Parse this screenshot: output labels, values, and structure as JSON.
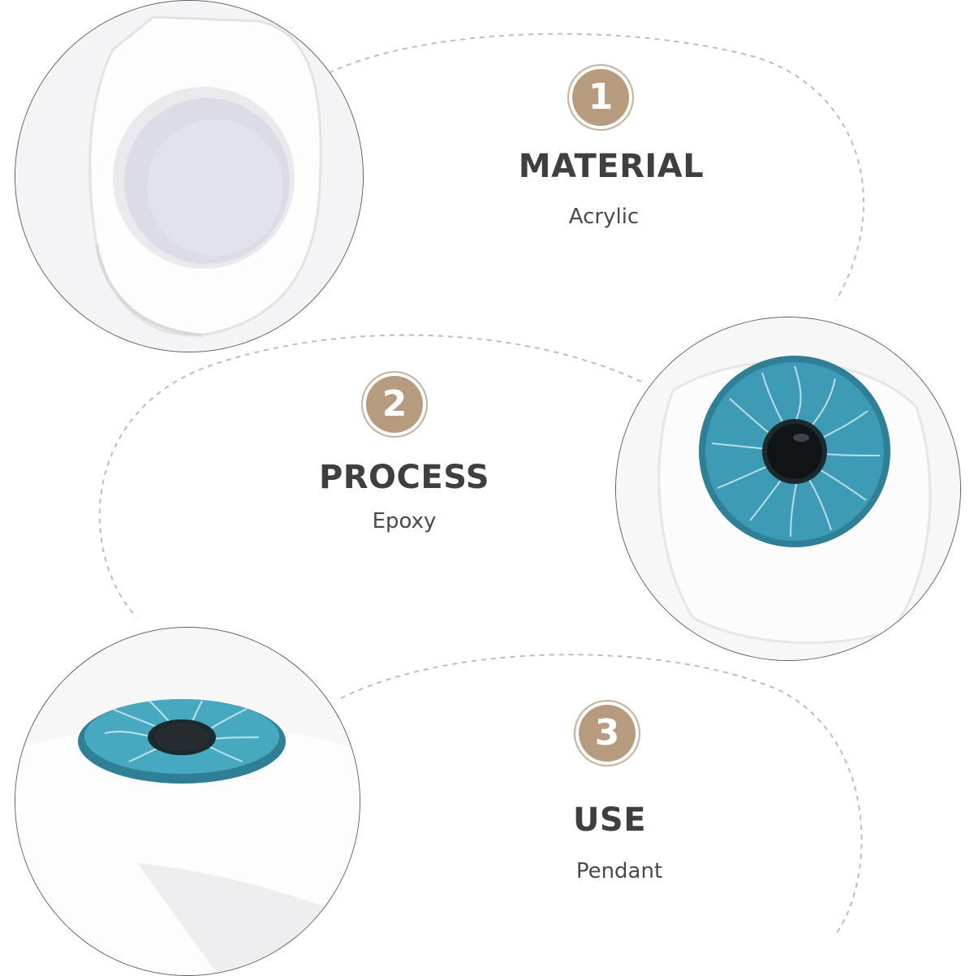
{
  "features": [
    {
      "number": "1",
      "title": "MATERIAL",
      "value": "Acrylic"
    },
    {
      "number": "2",
      "title": "PROCESS",
      "value": "Epoxy"
    },
    {
      "number": "3",
      "title": "USE",
      "value": "Pendant"
    }
  ],
  "colors": {
    "badge": "#b69b7f",
    "title_text": "#3f3f3f",
    "iris_blue": "#2e8fa8"
  }
}
